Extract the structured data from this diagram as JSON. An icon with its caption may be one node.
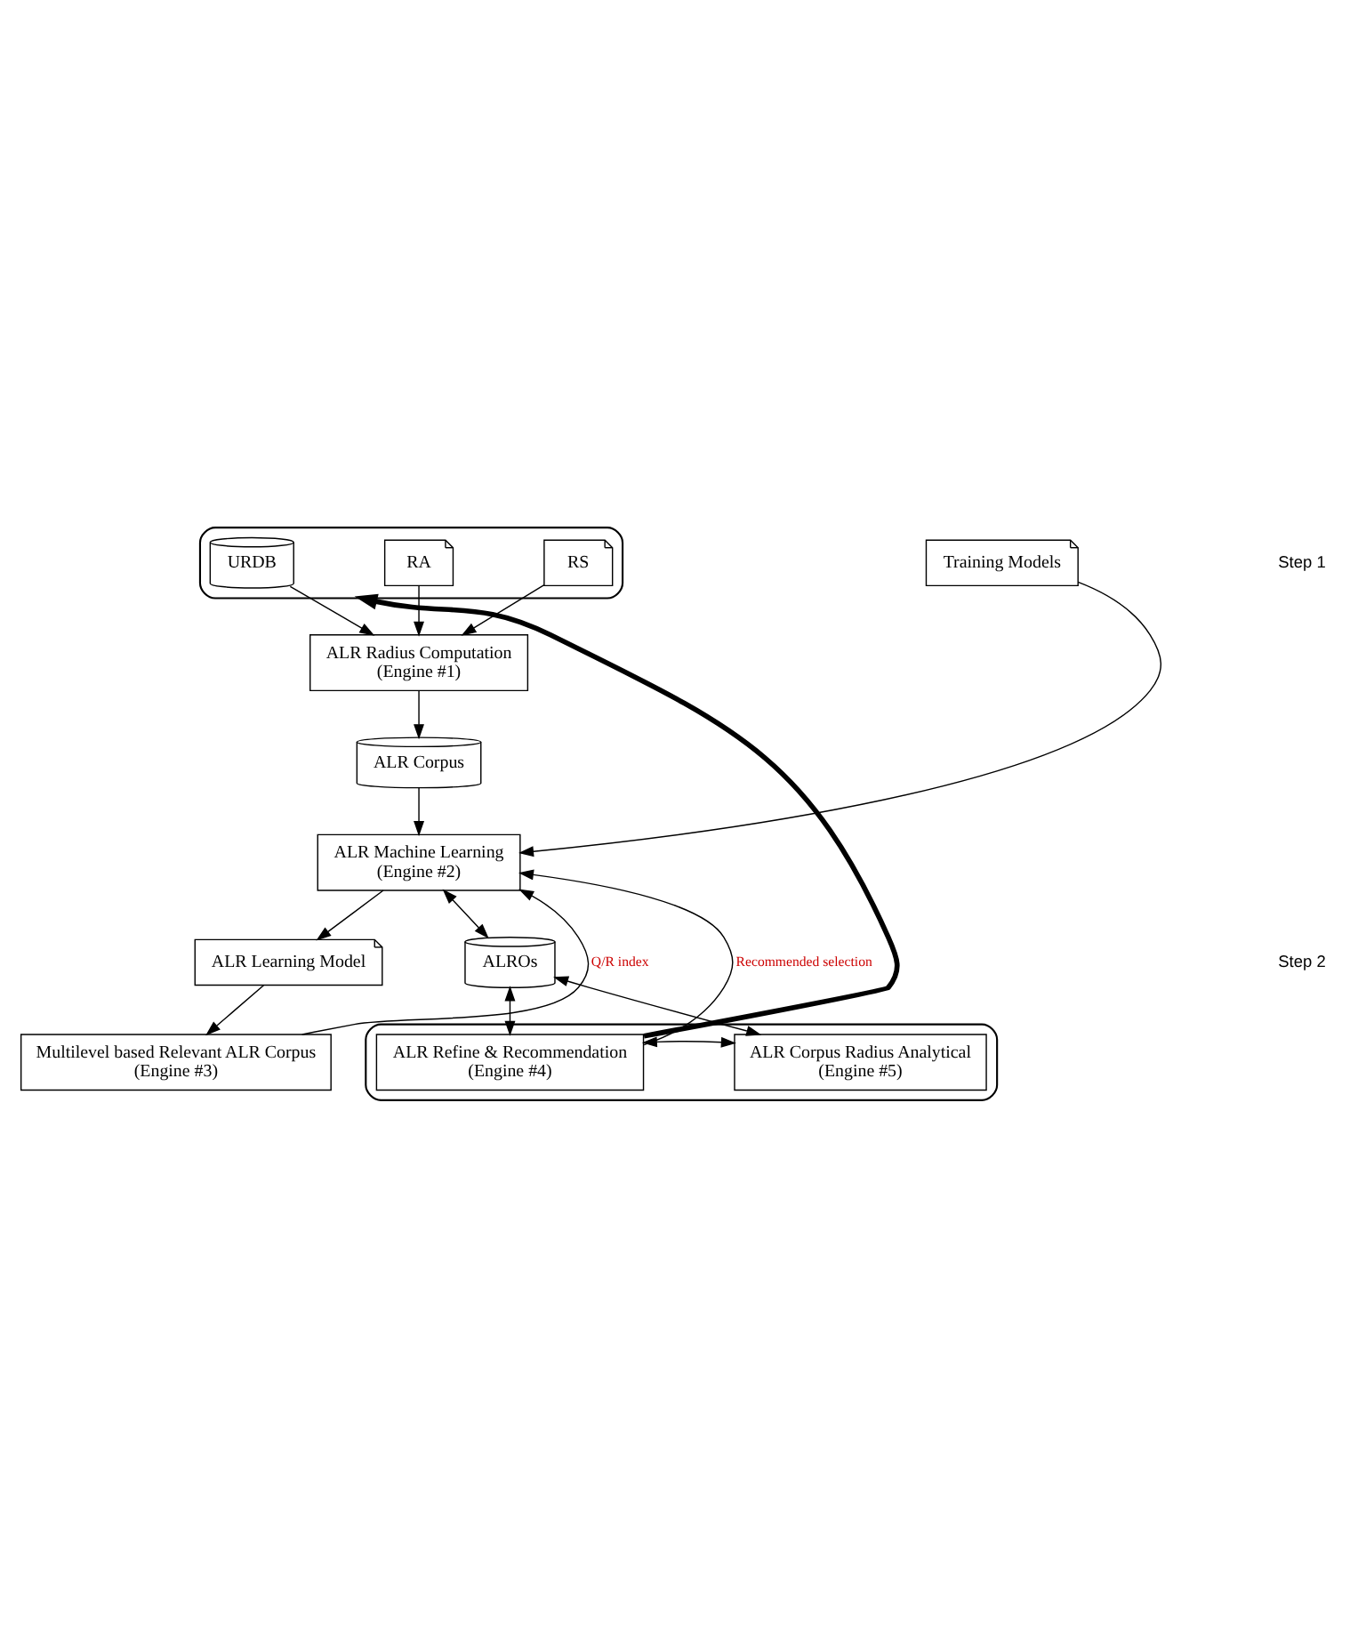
{
  "diagram": {
    "nodes": [
      {
        "text": [],
        "shape": "box"
      },
      {
        "text": [
          "URDB"
        ],
        "in": 0
      },
      {
        "text": [
          "RA"
        ],
        "in": 0
      },
      {
        "text": [
          "RS"
        ],
        "in": 0
      },
      {
        "text": [
          "ALR Radius Computation",
          "(Engine #1)"
        ]
      },
      {
        "text": [
          "ALR Corpus"
        ]
      },
      {
        "text": [
          "ALR Machine Learning",
          "(Engine #2)"
        ]
      },
      {
        "text": [
          "Training Models"
        ]
      },
      {
        "text": [
          "ALR Learning Model"
        ]
      },
      {
        "text": [
          "Multilevel based Relevant ALR Corpus",
          "(Engine #3)"
        ]
      },
      {
        "text": [
          "ALROs"
        ]
      },
      {
        "text": [],
        "shape": "box"
      },
      {
        "text": [
          "ALR Refine & Recommendation",
          "(Engine #4)"
        ],
        "in": 11
      },
      {
        "text": [
          "ALR Corpus Radius Analytical",
          "(Engine #5)"
        ],
        "in": 11
      }
    ],
    "edges": [
      {
        "from": 1,
        "to": 4,
        "arrow": "to"
      },
      {
        "from": 2,
        "to": 4,
        "arrow": "to"
      },
      {
        "from": 3,
        "to": 4,
        "arrow": "to"
      },
      {
        "from": 4,
        "to": 5,
        "arrow": "to"
      },
      {
        "from": 5,
        "to": 6,
        "arrow": "to"
      },
      {
        "from": 7,
        "to": 6,
        "arrow": "to"
      },
      {
        "from": 6,
        "to": 8,
        "arrow": "to"
      },
      {
        "from": 8,
        "to": 9,
        "arrow": "to"
      },
      {
        "from": 9,
        "to": 6,
        "arrow": "to",
        "label": "Q/R index"
      },
      {
        "from": 6,
        "to": 10,
        "arrow": "both"
      },
      {
        "from": 10,
        "to": 12,
        "arrow": "both"
      },
      {
        "from": 10,
        "to": 13,
        "arrow": "both"
      },
      {
        "from": 12,
        "to": 13,
        "arrow": "both"
      },
      {
        "from": 12,
        "to": 6,
        "arrow": "to",
        "label": "Recommended selection"
      },
      {
        "from": 12,
        "to": 0,
        "arrow": "to",
        "style": "thick"
      }
    ],
    "labels": [
      "Step 1",
      "Step 2"
    ]
  }
}
